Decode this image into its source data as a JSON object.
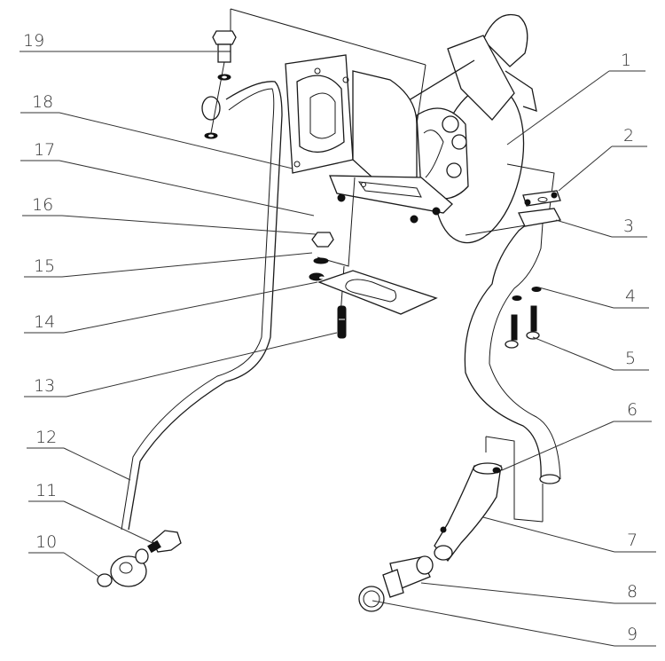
{
  "diagram": {
    "title": "Turbocharger assembly exploded view",
    "callouts": [
      {
        "number": "1",
        "part": "turbocharger",
        "side": "right"
      },
      {
        "number": "2",
        "part": "gasket",
        "side": "right"
      },
      {
        "number": "3",
        "part": "flange",
        "side": "right"
      },
      {
        "number": "4",
        "part": "washer",
        "side": "right"
      },
      {
        "number": "5",
        "part": "bolt",
        "side": "right"
      },
      {
        "number": "6",
        "part": "hose-clamp",
        "side": "right"
      },
      {
        "number": "7",
        "part": "hose",
        "side": "right"
      },
      {
        "number": "8",
        "part": "adapter-fitting",
        "side": "right"
      },
      {
        "number": "9",
        "part": "sealing-washer",
        "side": "right"
      },
      {
        "number": "10",
        "part": "sealing-washer",
        "side": "left"
      },
      {
        "number": "11",
        "part": "banjo-bolt",
        "side": "left"
      },
      {
        "number": "12",
        "part": "oil-feed-pipe",
        "side": "left"
      },
      {
        "number": "13",
        "part": "stud",
        "side": "left"
      },
      {
        "number": "14",
        "part": "gasket",
        "side": "left"
      },
      {
        "number": "15",
        "part": "washer",
        "side": "left"
      },
      {
        "number": "16",
        "part": "spring-washer",
        "side": "left"
      },
      {
        "number": "17",
        "part": "nut",
        "side": "left"
      },
      {
        "number": "18",
        "part": "gasket",
        "side": "left"
      },
      {
        "number": "19",
        "part": "banjo-bolt",
        "side": "left"
      }
    ]
  }
}
